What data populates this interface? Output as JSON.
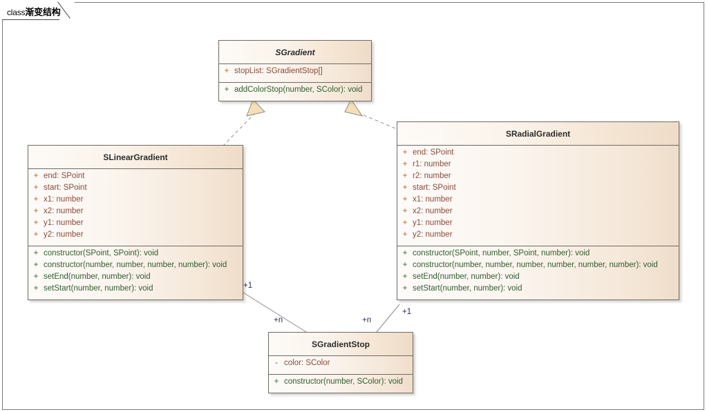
{
  "diagram": {
    "tab_prefix": "class",
    "tab_title_cn": "渐变结构",
    "type": "uml-class-diagram"
  },
  "colors": {
    "box_border": "#6d6a62",
    "header_fill_light": "#fdfaf7",
    "header_fill_dark": "#eedcc8",
    "body_fill_light": "#fdfbf9",
    "body_fill_dark": "#f0ddcb",
    "attribute_text": "#8a4b3a",
    "attribute_visibility": "#b5651d",
    "method_text": "#2f5d2f",
    "method_visibility": "#2f6b32",
    "link_line": "#8a8a8a",
    "arrow_fill": "#f6dfb8",
    "frame_border": "#7a7a7a",
    "multiplicity_text": "#2a2a4a"
  },
  "classes": {
    "sgradient": {
      "name": "SGradient",
      "abstract": true,
      "attributes": [
        {
          "visibility": "+",
          "text": "stopList: SGradientStop[]"
        }
      ],
      "methods": [
        {
          "visibility": "+",
          "text": "addColorStop(number, SColor): void"
        }
      ]
    },
    "slineargradient": {
      "name": "SLinearGradient",
      "abstract": false,
      "attributes": [
        {
          "visibility": "+",
          "text": "end: SPoint"
        },
        {
          "visibility": "+",
          "text": "start: SPoint"
        },
        {
          "visibility": "+",
          "text": "x1: number"
        },
        {
          "visibility": "+",
          "text": "x2: number"
        },
        {
          "visibility": "+",
          "text": "y1: number"
        },
        {
          "visibility": "+",
          "text": "y2: number"
        }
      ],
      "methods": [
        {
          "visibility": "+",
          "text": "constructor(SPoint, SPoint): void"
        },
        {
          "visibility": "+",
          "text": "constructor(number, number, number, number): void"
        },
        {
          "visibility": "+",
          "text": "setEnd(number, number): void"
        },
        {
          "visibility": "+",
          "text": "setStart(number, number): void"
        }
      ]
    },
    "sradialgradient": {
      "name": "SRadialGradient",
      "abstract": false,
      "attributes": [
        {
          "visibility": "+",
          "text": "end: SPoint"
        },
        {
          "visibility": "+",
          "text": "r1: number"
        },
        {
          "visibility": "+",
          "text": "r2: number"
        },
        {
          "visibility": "+",
          "text": "start: SPoint"
        },
        {
          "visibility": "+",
          "text": "x1: number"
        },
        {
          "visibility": "+",
          "text": "x2: number"
        },
        {
          "visibility": "+",
          "text": "y1: number"
        },
        {
          "visibility": "+",
          "text": "y2: number"
        }
      ],
      "methods": [
        {
          "visibility": "+",
          "text": "constructor(SPoint, number, SPoint, number): void"
        },
        {
          "visibility": "+",
          "text": "constructor(number, number, number, number, number, number): void"
        },
        {
          "visibility": "+",
          "text": "setEnd(number, number): void"
        },
        {
          "visibility": "+",
          "text": "setStart(number, number): void"
        }
      ]
    },
    "sgradientstop": {
      "name": "SGradientStop",
      "abstract": false,
      "attributes": [
        {
          "visibility": "-",
          "text": "color: SColor"
        }
      ],
      "methods": [
        {
          "visibility": "+",
          "text": "constructor(number, SColor): void"
        }
      ]
    }
  },
  "relationships": [
    {
      "id": "linear-realizes-gradient",
      "kind": "realization",
      "from": "SLinearGradient",
      "to": "SGradient",
      "style": "dashed",
      "arrow": "hollow-triangle"
    },
    {
      "id": "radial-realizes-gradient",
      "kind": "realization",
      "from": "SRadialGradient",
      "to": "SGradient",
      "style": "dashed",
      "arrow": "hollow-triangle"
    },
    {
      "id": "linear-assoc-stop",
      "kind": "association",
      "from": "SLinearGradient",
      "to": "SGradientStop",
      "style": "solid",
      "source_multiplicity": "+1",
      "target_multiplicity": "+n"
    },
    {
      "id": "radial-assoc-stop",
      "kind": "association",
      "from": "SRadialGradient",
      "to": "SGradientStop",
      "style": "solid",
      "source_multiplicity": "+1",
      "target_multiplicity": "+n"
    }
  ],
  "multiplicity_labels": {
    "linear_one": "+1",
    "linear_many": "+n",
    "radial_one": "+1",
    "radial_many": "+n"
  }
}
